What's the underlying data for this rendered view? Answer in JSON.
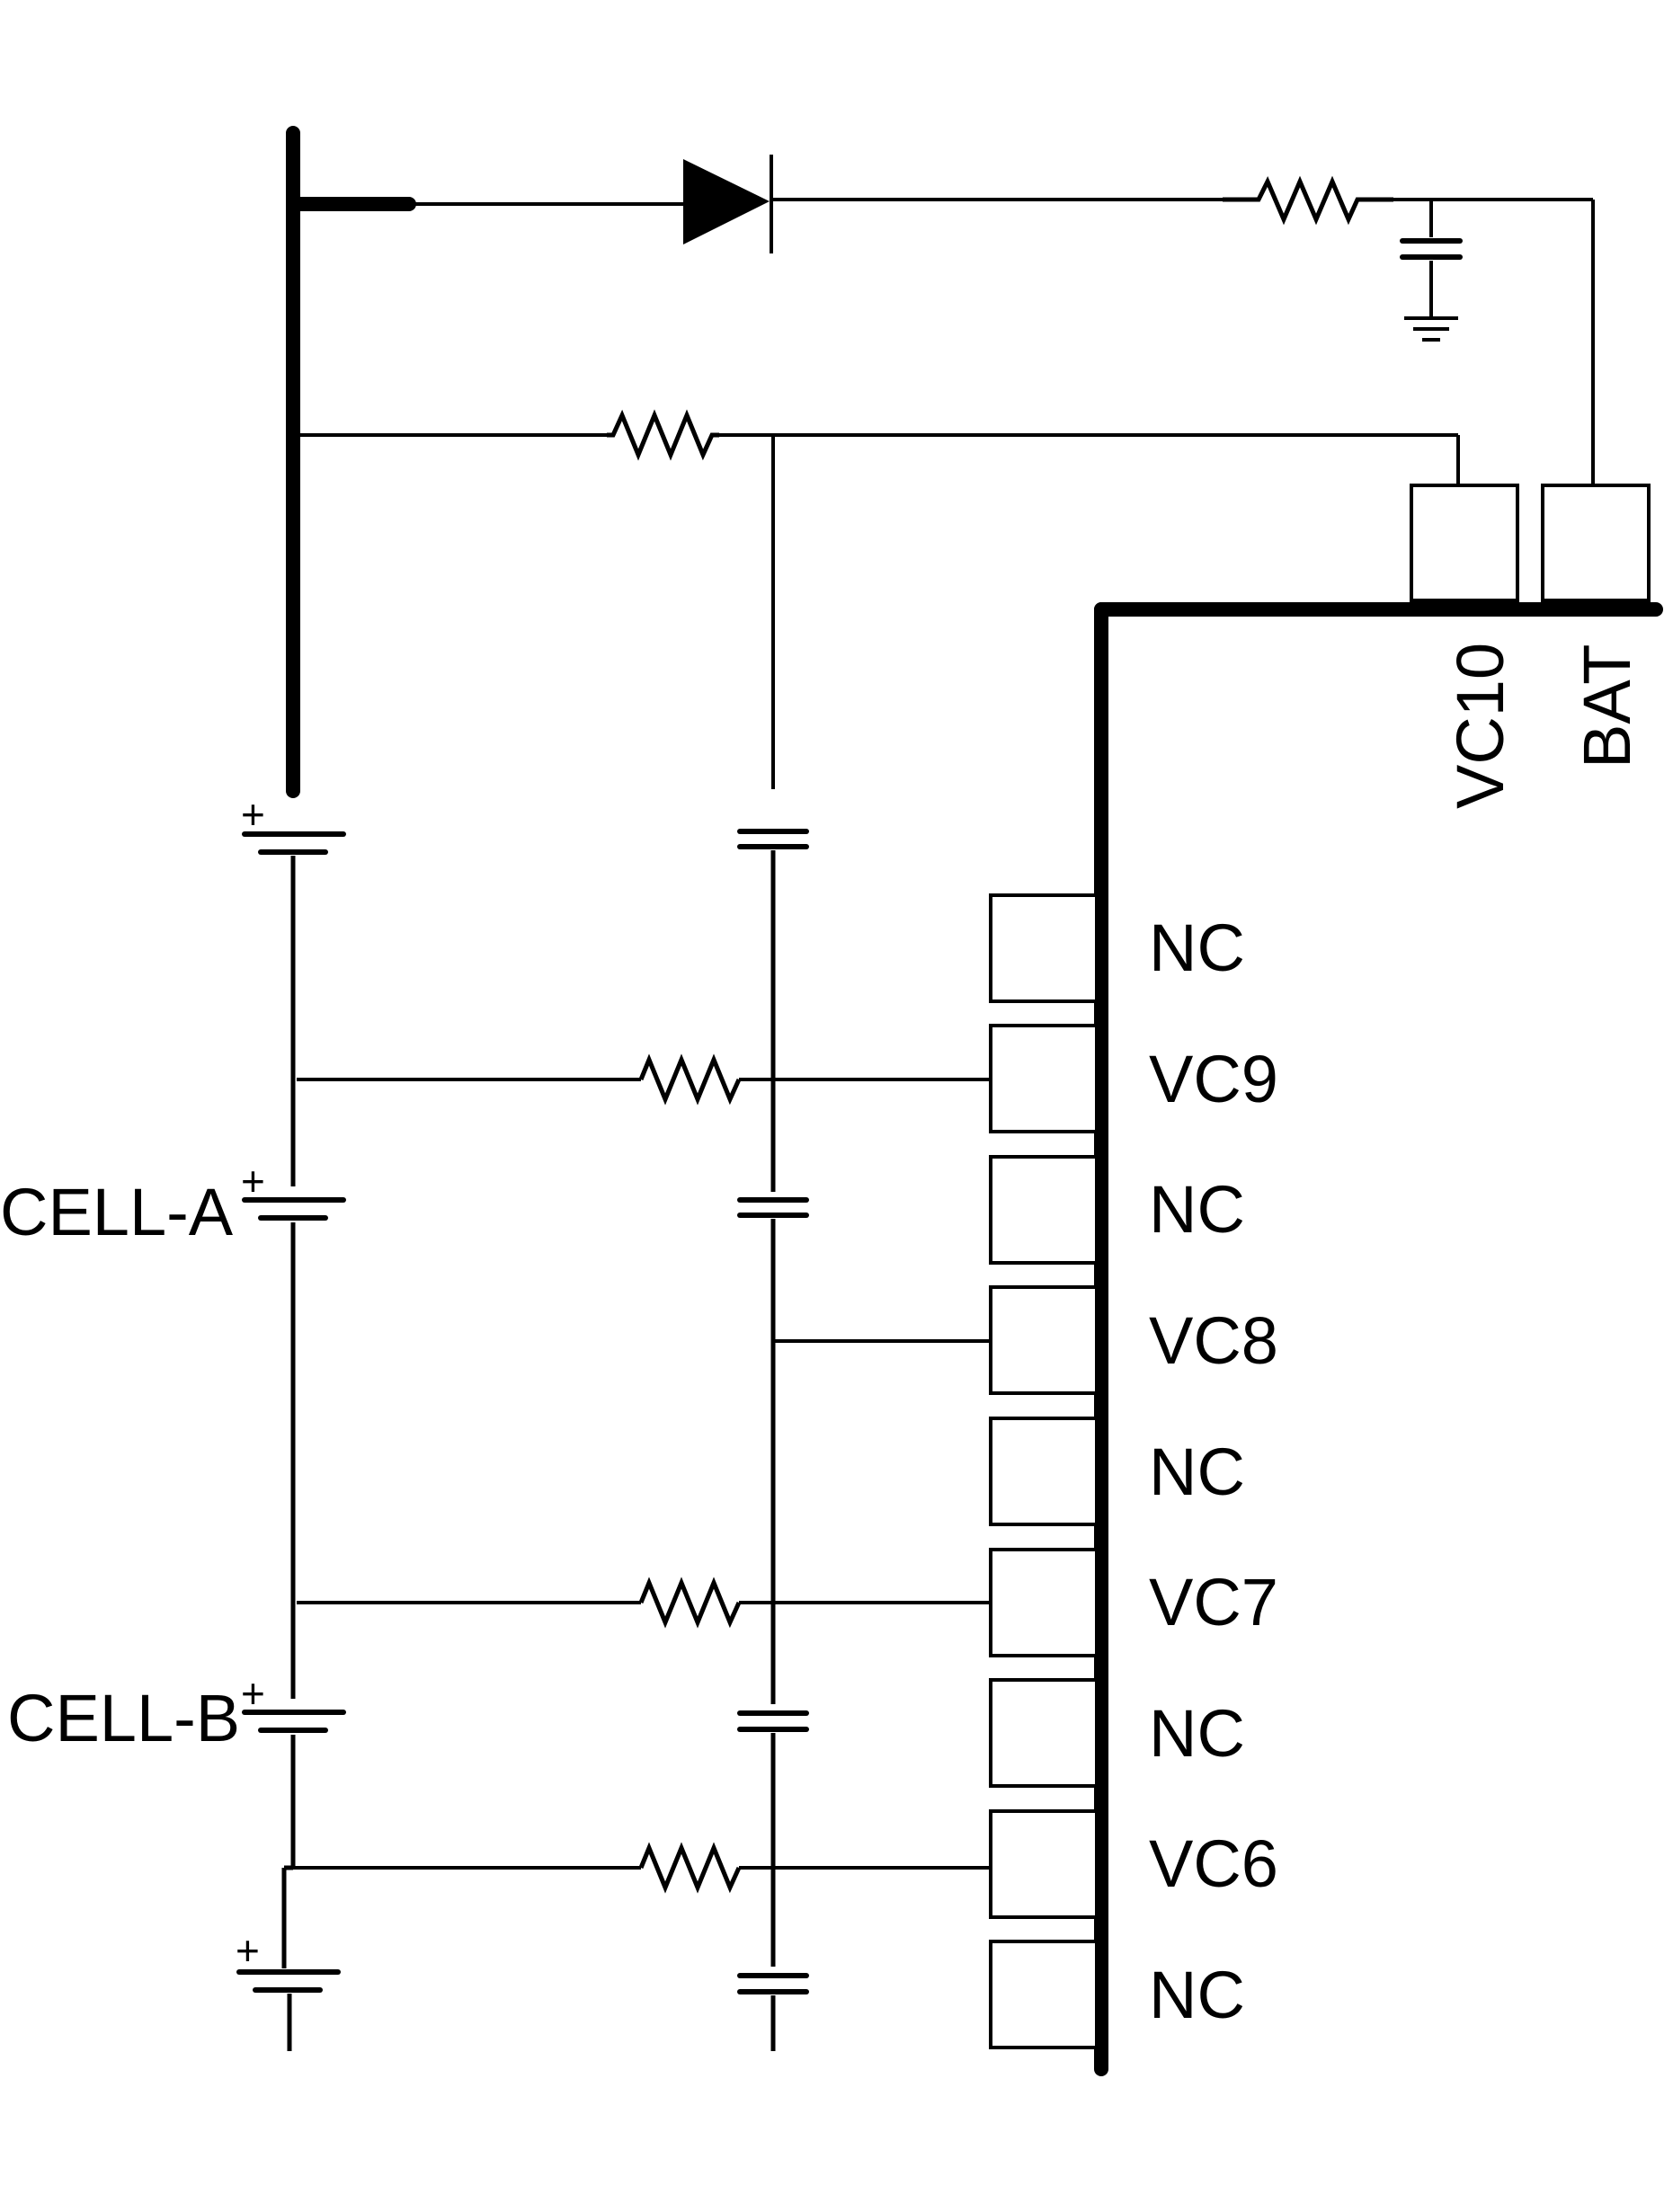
{
  "ic_pins": {
    "side": [
      "NC",
      "VC9",
      "NC",
      "VC8",
      "NC",
      "VC7",
      "NC",
      "VC6",
      "NC"
    ],
    "top": [
      "VC10",
      "BAT"
    ]
  },
  "cells": {
    "a": "CELL-A",
    "b": "CELL-B"
  }
}
